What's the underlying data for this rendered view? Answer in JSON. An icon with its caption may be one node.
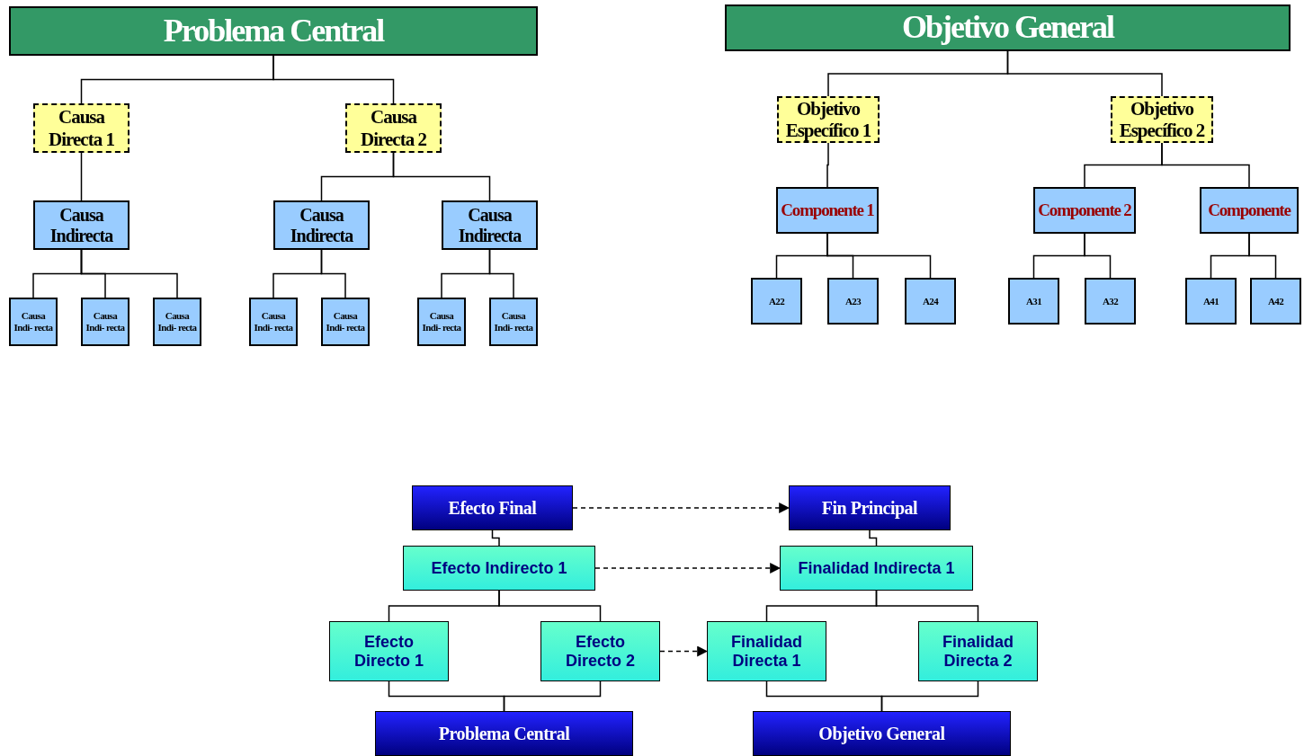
{
  "diagram": {
    "nodes": [
      {
        "text": [
          "Problema Central"
        ]
      },
      {
        "text": [
          "Causa Directa 1"
        ]
      },
      {
        "text": [
          "Causa Directa 2"
        ]
      },
      {
        "text": [
          "Causa Indirecta"
        ]
      },
      {
        "text": [
          "Causa Indirecta"
        ]
      },
      {
        "text": [
          "Causa Indirecta"
        ]
      },
      {
        "text": [
          "Causa Indi- recta"
        ]
      },
      {
        "text": [
          "Causa Indi- recta"
        ]
      },
      {
        "text": [
          "Causa Indi- recta"
        ]
      },
      {
        "text": [
          "Causa Indi- recta"
        ]
      },
      {
        "text": [
          "Causa Indi- recta"
        ]
      },
      {
        "text": [
          "Causa Indi- recta"
        ]
      },
      {
        "text": [
          "Causa Indi- recta"
        ]
      },
      {
        "text": [
          "Objetivo General"
        ]
      },
      {
        "text": [
          "Objetivo Específico 1"
        ]
      },
      {
        "text": [
          "Objetivo Específico 2"
        ]
      },
      {
        "text": [
          "Componente 1"
        ]
      },
      {
        "text": [
          "Componente 2"
        ]
      },
      {
        "text": [
          "Componente"
        ]
      },
      {
        "text": [
          "A22"
        ]
      },
      {
        "text": [
          "A23"
        ]
      },
      {
        "text": [
          "A24"
        ]
      },
      {
        "text": [
          "A31"
        ]
      },
      {
        "text": [
          "A32"
        ]
      },
      {
        "text": [
          "A41"
        ]
      },
      {
        "text": [
          "A42"
        ]
      },
      {
        "text": [
          "Efecto Final"
        ]
      },
      {
        "text": [
          "Fin Principal"
        ]
      },
      {
        "text": [
          "Efecto Indirecto 1"
        ]
      },
      {
        "text": [
          "Finalidad Indirecta 1"
        ]
      },
      {
        "text": [
          "Efecto Directo 1"
        ]
      },
      {
        "text": [
          "Efecto Directo 2"
        ]
      },
      {
        "text": [
          "Finalidad Directa 1"
        ]
      },
      {
        "text": [
          "Finalidad Directa 2"
        ]
      },
      {
        "text": [
          "Problema Central"
        ]
      },
      {
        "text": [
          "Objetivo General"
        ]
      }
    ],
    "edges": [
      {
        "from": 0,
        "to": 1,
        "arrow": "none"
      },
      {
        "from": 0,
        "to": 2,
        "arrow": "none"
      },
      {
        "from": 1,
        "to": 3,
        "arrow": "none"
      },
      {
        "from": 2,
        "to": 4,
        "arrow": "none"
      },
      {
        "from": 2,
        "to": 5,
        "arrow": "none"
      },
      {
        "from": 3,
        "to": 6,
        "arrow": "none"
      },
      {
        "from": 3,
        "to": 7,
        "arrow": "none"
      },
      {
        "from": 3,
        "to": 8,
        "arrow": "none"
      },
      {
        "from": 4,
        "to": 9,
        "arrow": "none"
      },
      {
        "from": 4,
        "to": 10,
        "arrow": "none"
      },
      {
        "from": 5,
        "to": 11,
        "arrow": "none"
      },
      {
        "from": 5,
        "to": 12,
        "arrow": "none"
      },
      {
        "from": 13,
        "to": 14,
        "arrow": "none"
      },
      {
        "from": 13,
        "to": 15,
        "arrow": "none"
      },
      {
        "from": 14,
        "to": 16,
        "arrow": "none"
      },
      {
        "from": 15,
        "to": 17,
        "arrow": "none"
      },
      {
        "from": 15,
        "to": 18,
        "arrow": "none"
      },
      {
        "from": 16,
        "to": 19,
        "arrow": "none"
      },
      {
        "from": 16,
        "to": 20,
        "arrow": "none"
      },
      {
        "from": 16,
        "to": 21,
        "arrow": "none"
      },
      {
        "from": 17,
        "to": 22,
        "arrow": "none"
      },
      {
        "from": 17,
        "to": 23,
        "arrow": "none"
      },
      {
        "from": 18,
        "to": 24,
        "arrow": "none"
      },
      {
        "from": 18,
        "to": 25,
        "arrow": "none"
      },
      {
        "from": 26,
        "to": 27,
        "arrow": "to",
        "style": "dashed"
      },
      {
        "from": 26,
        "to": 28,
        "arrow": "none"
      },
      {
        "from": 28,
        "to": 29,
        "arrow": "to",
        "style": "dashed"
      },
      {
        "from": 27,
        "to": 29,
        "arrow": "none"
      },
      {
        "from": 28,
        "to": 30,
        "arrow": "none"
      },
      {
        "from": 28,
        "to": 31,
        "arrow": "none"
      },
      {
        "from": 29,
        "to": 32,
        "arrow": "none"
      },
      {
        "from": 29,
        "to": 33,
        "arrow": "none"
      },
      {
        "from": 31,
        "to": 32,
        "arrow": "to",
        "style": "dashed"
      },
      {
        "from": 30,
        "to": 34,
        "arrow": "none"
      },
      {
        "from": 31,
        "to": 34,
        "arrow": "none"
      },
      {
        "from": 32,
        "to": 35,
        "arrow": "none"
      },
      {
        "from": 33,
        "to": 35,
        "arrow": "none"
      }
    ]
  }
}
